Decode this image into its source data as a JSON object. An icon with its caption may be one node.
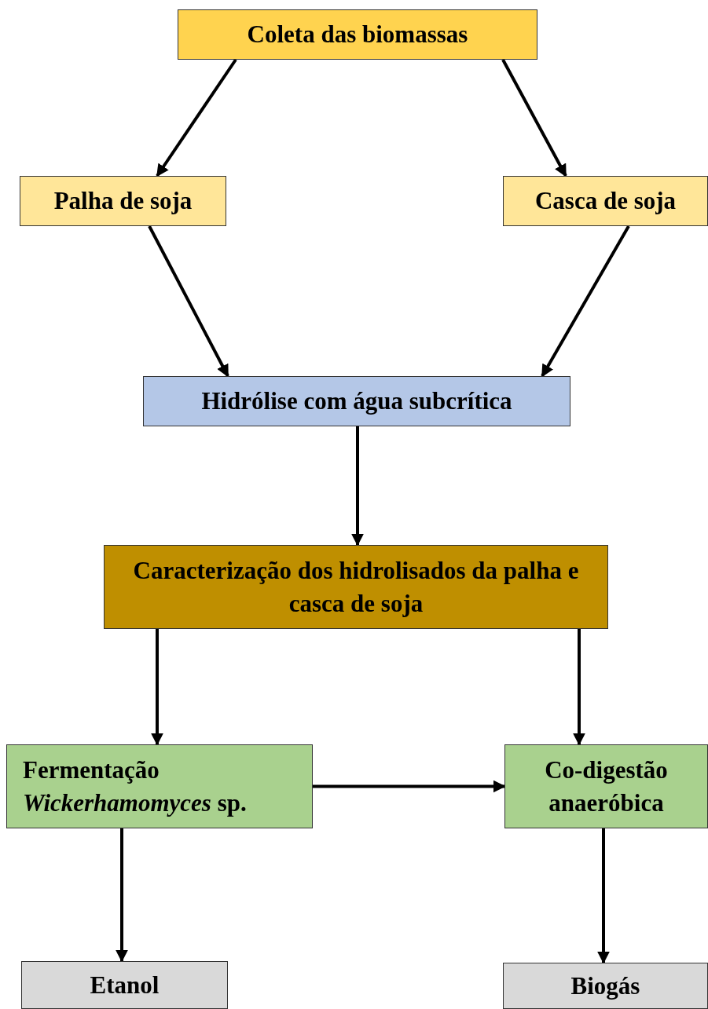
{
  "diagram": {
    "nodes": [
      {
        "text": [
          "Coleta das biomassas"
        ]
      },
      {
        "text": [
          "Palha de soja"
        ]
      },
      {
        "text": [
          "Casca de soja"
        ]
      },
      {
        "text": [
          "Hidrólise com água subcrítica"
        ]
      },
      {
        "text": [
          "Caracterização dos hidrolisados da palha e casca de soja"
        ]
      },
      {
        "text": [
          "Fermentação *Wickerhamomyces* sp."
        ]
      },
      {
        "text": [
          "Co-digestão anaeróbica"
        ]
      },
      {
        "text": [
          "Etanol"
        ]
      },
      {
        "text": [
          "Biogás"
        ]
      }
    ],
    "edges": [
      {
        "from": 0,
        "to": 1,
        "arrow": "to"
      },
      {
        "from": 0,
        "to": 2,
        "arrow": "to"
      },
      {
        "from": 1,
        "to": 3,
        "arrow": "to"
      },
      {
        "from": 2,
        "to": 3,
        "arrow": "to"
      },
      {
        "from": 3,
        "to": 4,
        "arrow": "to"
      },
      {
        "from": 4,
        "to": 5,
        "arrow": "to"
      },
      {
        "from": 4,
        "to": 6,
        "arrow": "to"
      },
      {
        "from": 5,
        "to": 6,
        "arrow": "to"
      },
      {
        "from": 5,
        "to": 7,
        "arrow": "to"
      },
      {
        "from": 6,
        "to": 8,
        "arrow": "to"
      }
    ]
  }
}
